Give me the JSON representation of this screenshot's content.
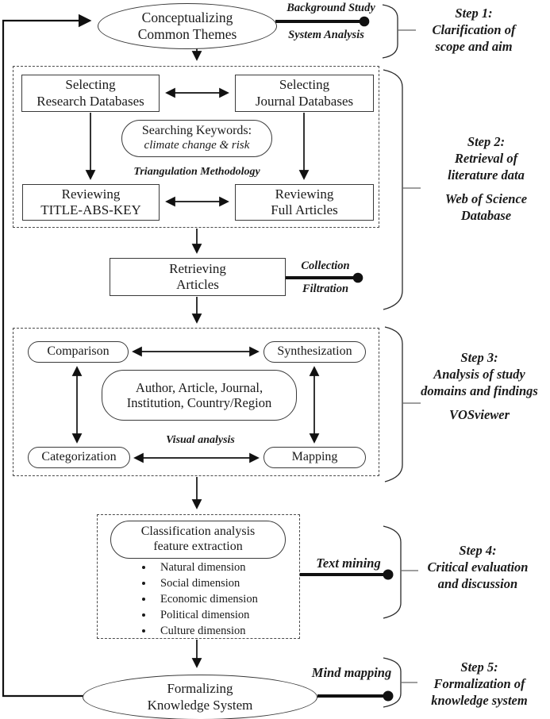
{
  "diagram": {
    "colors": {
      "ink": "#1a1a1a",
      "bg": "#ffffff"
    },
    "top_ellipse": {
      "line1": "Conceptualizing",
      "line2": "Common Themes"
    },
    "step1": {
      "label_top": "Background Study",
      "label_bottom": "System Analysis",
      "step_lines": [
        "Step 1:",
        "Clarification of",
        "scope and aim"
      ]
    },
    "step2": {
      "box_research": {
        "line1": "Selecting",
        "line2": "Research Databases"
      },
      "box_journal": {
        "line1": "Selecting",
        "line2": "Journal Databases"
      },
      "keywords": {
        "line1": "Searching Keywords:",
        "line2": "climate change & risk"
      },
      "method_label": "Triangulation Methodology",
      "box_title": {
        "line1": "Reviewing",
        "line2": "TITLE-ABS-KEY"
      },
      "box_full": {
        "line1": "Reviewing",
        "line2": "Full Articles"
      },
      "step_lines": [
        "Step 2:",
        "Retrieval of",
        "literature data"
      ],
      "tool_lines": [
        "Web of Science",
        "Database"
      ]
    },
    "retrieving": {
      "line1": "Retrieving",
      "line2": "Articles",
      "label_top": "Collection",
      "label_bottom": "Filtration"
    },
    "step3": {
      "pill_comparison": "Comparison",
      "pill_synthesization": "Synthesization",
      "center": {
        "line1": "Author, Article, Journal,",
        "line2": "Institution, Country/Region"
      },
      "method_label": "Visual analysis",
      "pill_categorization": "Categorization",
      "pill_mapping": "Mapping",
      "step_lines": [
        "Step 3:",
        "Analysis of study",
        "domains and findings"
      ],
      "tool": "VOSviewer"
    },
    "step4": {
      "header": {
        "line1": "Classification analysis",
        "line2": "feature extraction"
      },
      "bullets": [
        "Natural dimension",
        "Social dimension",
        "Economic dimension",
        "Political dimension",
        "Culture dimension"
      ],
      "label": "Text mining",
      "step_lines": [
        "Step 4:",
        "Critical evaluation",
        "and discussion"
      ]
    },
    "step5": {
      "ellipse": {
        "line1": "Formalizing",
        "line2": "Knowledge System"
      },
      "label": "Mind mapping",
      "step_lines": [
        "Step 5:",
        "Formalization of",
        "knowledge system"
      ]
    }
  }
}
